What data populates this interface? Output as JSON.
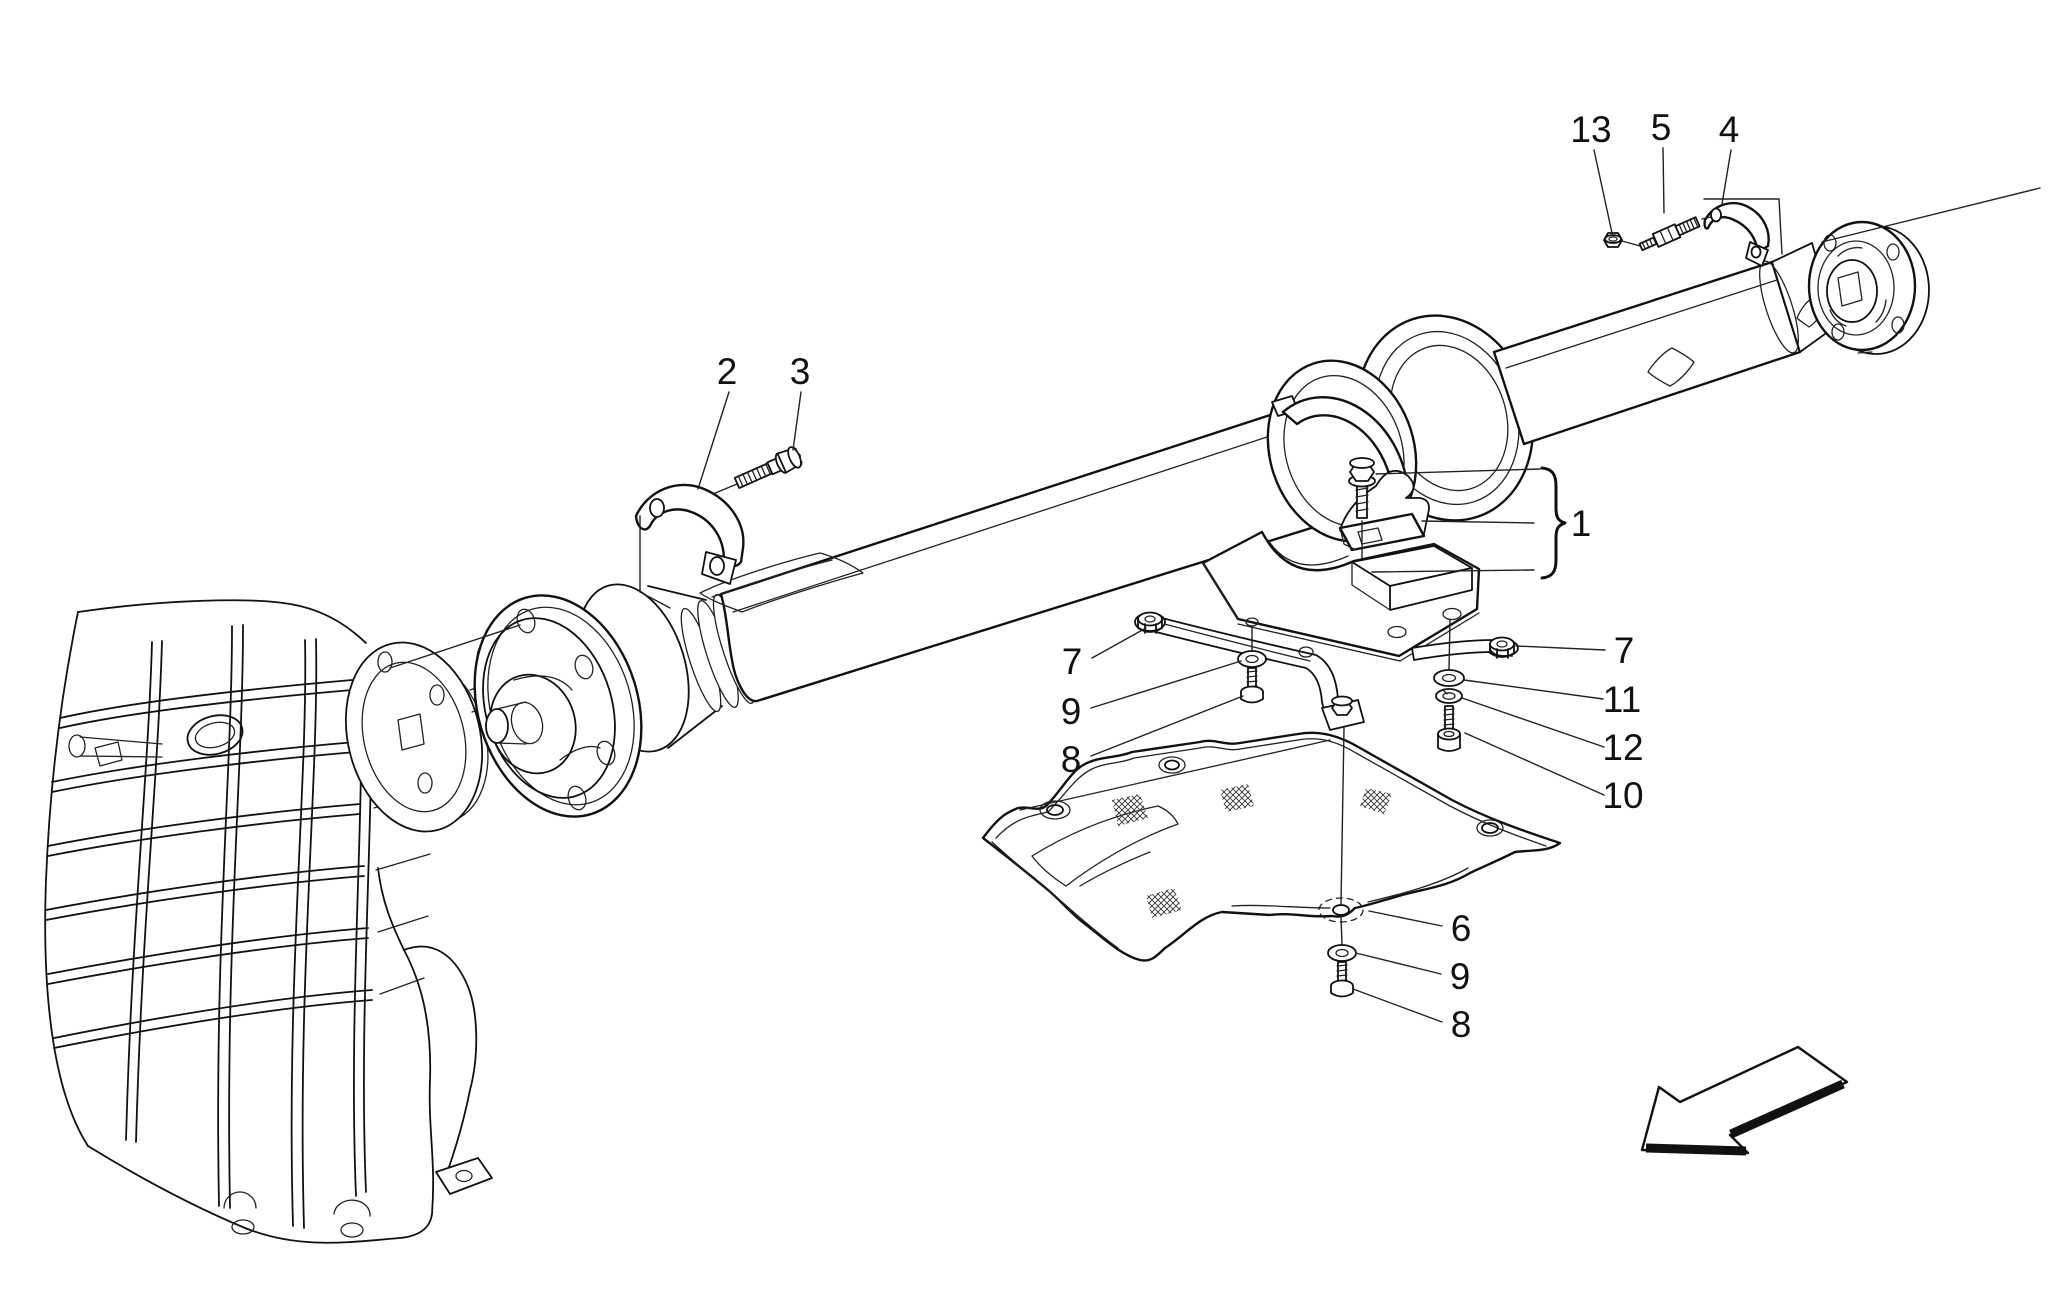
{
  "diagram": {
    "type": "exploded-parts-diagram",
    "subject": "Transmission drive shaft with center support, end clamps and heat shield",
    "background_color": "#ffffff",
    "line_color": "#111111",
    "callouts": [
      {
        "label": "2"
      },
      {
        "label": "3"
      },
      {
        "label": "13"
      },
      {
        "label": "5"
      },
      {
        "label": "4"
      },
      {
        "label": "1"
      },
      {
        "label": "7"
      },
      {
        "label": "9"
      },
      {
        "label": "8"
      },
      {
        "label": "7"
      },
      {
        "label": "11"
      },
      {
        "label": "12"
      },
      {
        "label": "10"
      },
      {
        "label": "6"
      },
      {
        "label": "9"
      },
      {
        "label": "8"
      }
    ]
  }
}
